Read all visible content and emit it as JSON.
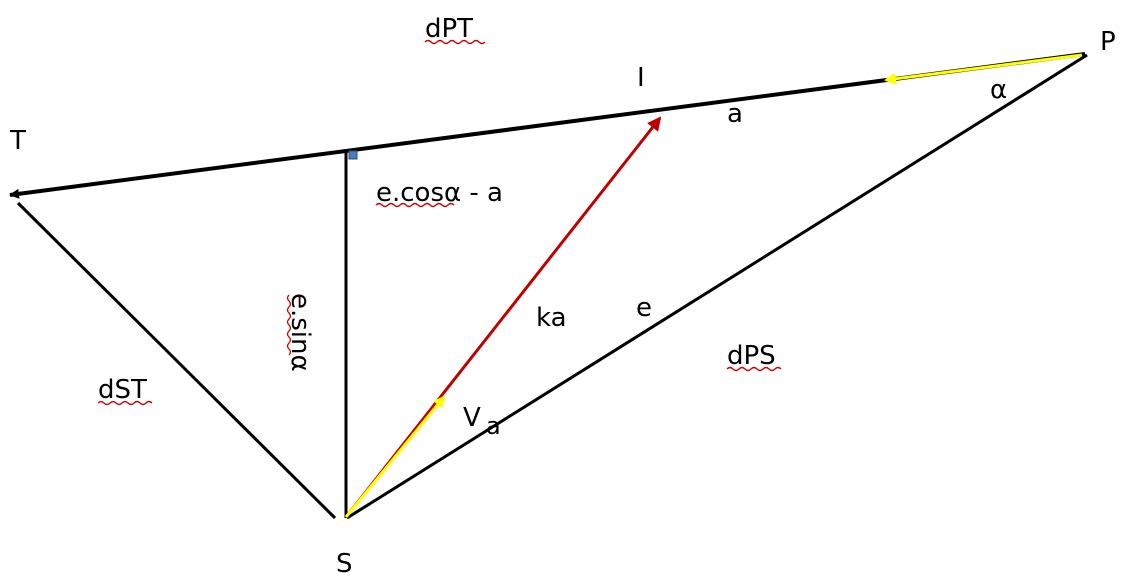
{
  "points": {
    "T": "T",
    "P": "P",
    "S": "S",
    "I": "I"
  },
  "labels": {
    "dPT": "dPT",
    "dPS": "dPS",
    "dST": "dST",
    "a": "a",
    "alpha": "α",
    "e_cos": "e.cosα - a",
    "e_sin": "e.sinα",
    "ka": "ka",
    "e": "e",
    "V": "V",
    "V_sub": "a"
  },
  "colors": {
    "line": "#000000",
    "vector_ka": "#c00000",
    "vector_a": "#ffff00",
    "right_angle": "#4a7ebb",
    "spellcheck": "#d00000"
  }
}
